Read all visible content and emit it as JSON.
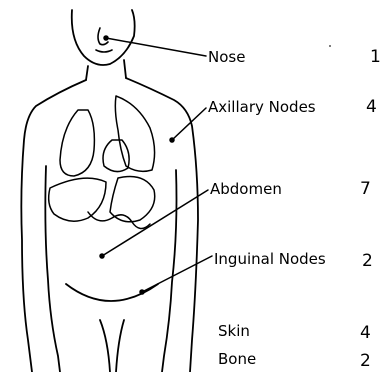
{
  "sites": [
    {
      "label": "Nose",
      "count": "1"
    },
    {
      "label": "Axillary Nodes",
      "count": "4"
    },
    {
      "label": "Abdomen",
      "count": "7"
    },
    {
      "label": "Inguinal Nodes",
      "count": "2"
    },
    {
      "label": "Skin",
      "count": "4"
    },
    {
      "label": "Bone",
      "count": "2"
    }
  ]
}
